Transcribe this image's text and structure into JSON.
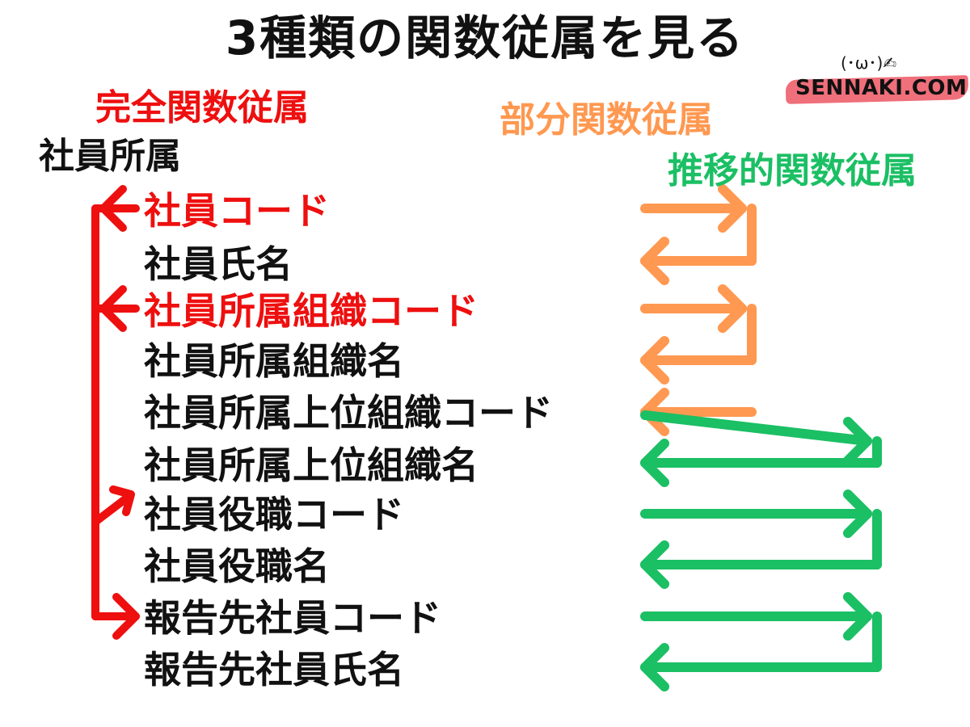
{
  "title": "3種類の関数従属を見る",
  "relation_name": "社員所属",
  "legend": {
    "full": {
      "label": "完全関数従属",
      "color": "#ee0f0f"
    },
    "partial": {
      "label": "部分関数従属",
      "color": "#ff9850"
    },
    "transitive": {
      "label": "推移的関数従属",
      "color": "#1bbf64"
    }
  },
  "attributes": [
    {
      "label": "社員コード",
      "key": true
    },
    {
      "label": "社員氏名",
      "key": false
    },
    {
      "label": "社員所属組織コード",
      "key": true
    },
    {
      "label": "社員所属組織名",
      "key": false
    },
    {
      "label": "社員所属上位組織コード",
      "key": false
    },
    {
      "label": "社員所属上位組織名",
      "key": false
    },
    {
      "label": "社員役職コード",
      "key": false
    },
    {
      "label": "社員役職名",
      "key": false
    },
    {
      "label": "報告先社員コード",
      "key": false
    },
    {
      "label": "報告先社員氏名",
      "key": false
    }
  ],
  "dependencies": {
    "full": {
      "determinant": [
        0,
        2
      ],
      "dependents": [
        6,
        8
      ]
    },
    "partial": [
      {
        "from": 0,
        "to": 1
      },
      {
        "from": 2,
        "to": 3
      },
      {
        "from": 2,
        "to": 4
      }
    ],
    "transitive": [
      {
        "from": 4,
        "to": 5
      },
      {
        "from": 6,
        "to": 7
      },
      {
        "from": 8,
        "to": 9
      }
    ]
  },
  "brand": {
    "text": "SENNAKI.COM",
    "face": "(･ω･)✍"
  },
  "colors": {
    "text": "#111111",
    "key": "#ee0f0f"
  }
}
